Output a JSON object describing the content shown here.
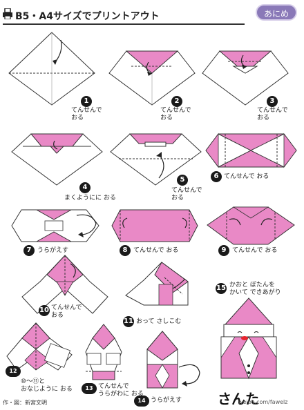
{
  "header": {
    "title": "B5・A4サイズでプリントアウト",
    "badge": "あにめ"
  },
  "colors": {
    "paper_pink": "#e989c6",
    "paper_white": "#ffffff",
    "line": "#333333",
    "badge": "#8a79b8",
    "nose": "#e8252e"
  },
  "steps": [
    {
      "num": "1",
      "text": "てんせんで\nおる"
    },
    {
      "num": "2",
      "text": "てんせんで\nおる"
    },
    {
      "num": "3",
      "text": "てんせんで\nおる"
    },
    {
      "num": "4",
      "text": "まくようにに おる"
    },
    {
      "num": "5",
      "text": "てんせんで\nおる"
    },
    {
      "num": "6",
      "text": "てんせんで おる"
    },
    {
      "num": "7",
      "text": "うらがえす"
    },
    {
      "num": "8",
      "text": "てんせんで おる"
    },
    {
      "num": "9",
      "text": "てんせんで おる"
    },
    {
      "num": "10",
      "text": "てんせんで\nおる"
    },
    {
      "num": "11",
      "text": "おって さしこむ"
    },
    {
      "num": "12",
      "text": "⑩～⑪と\nおなじように おる"
    },
    {
      "num": "13",
      "text": "てんせんで\nうらがわに おる"
    },
    {
      "num": "14",
      "text": "うらがえす"
    },
    {
      "num": "15",
      "text": "かおと ぼたんを\nかいて できあがり"
    }
  ],
  "footer": {
    "credit": "作・図：新宮文明",
    "title": "さんた",
    "watermark": "weibo.com/fawelz"
  }
}
